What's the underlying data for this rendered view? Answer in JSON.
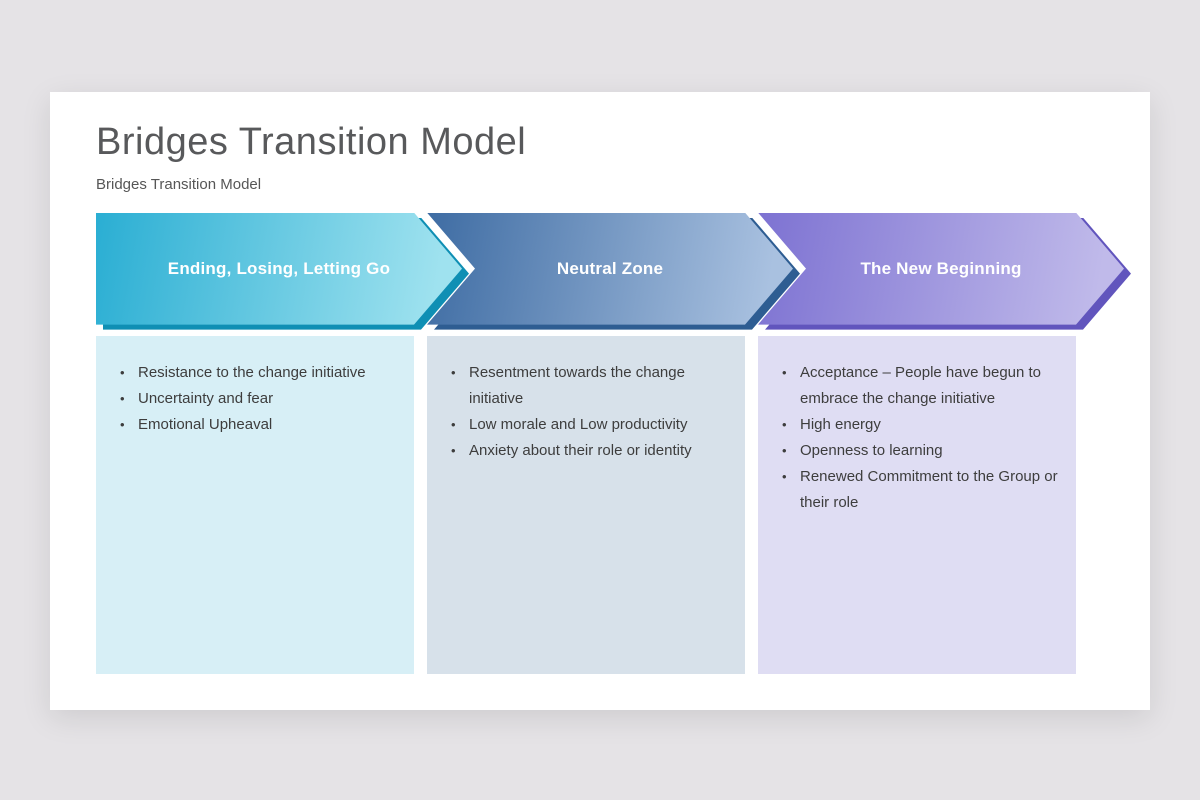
{
  "slide": {
    "title": "Bridges Transition Model",
    "subtitle": "Bridges Transition Model"
  },
  "columns": [
    {
      "header": "Ending, Losing, Letting Go",
      "bullets": [
        "Resistance to the change initiative",
        "Uncertainty and fear",
        "Emotional Upheaval"
      ],
      "colors": {
        "front-start": "#2aaed3",
        "front-end": "#9fe2ef",
        "back": "#0f8fb4",
        "panel": "#d7eff6"
      }
    },
    {
      "header": "Neutral Zone",
      "bullets": [
        "Resentment towards the change initiative",
        "Low morale and Low productivity",
        "Anxiety about their role or identity"
      ],
      "colors": {
        "front-start": "#3e6ca3",
        "front-end": "#a9c1e0",
        "back": "#2e5d92",
        "panel": "#d7e1ea"
      }
    },
    {
      "header": "The New Beginning",
      "bullets": [
        "Acceptance – People have begun to embrace the change initiative",
        "High energy",
        "Openness to learning",
        "Renewed Commitment to the Group or their role"
      ],
      "colors": {
        "front-start": "#7d72d2",
        "front-end": "#c0baea",
        "back": "#6155bd",
        "panel": "#dfddf3"
      }
    }
  ]
}
